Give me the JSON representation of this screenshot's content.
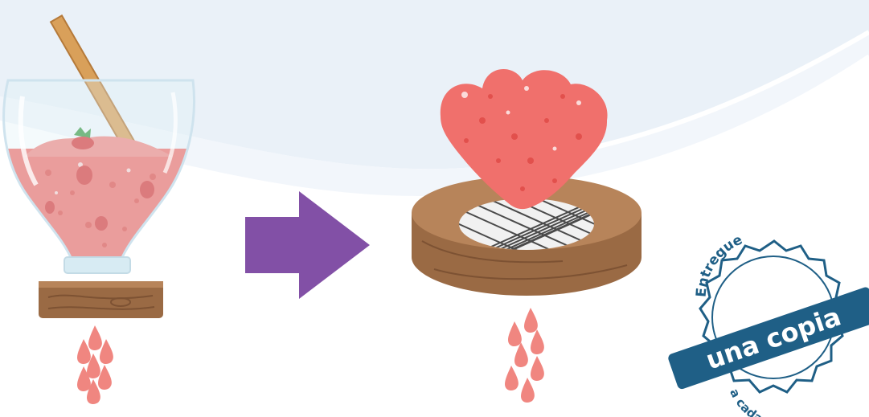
{
  "stamp": {
    "top_text": "Entregue",
    "main_text": "una copia",
    "bottom_text": "a cada familia"
  },
  "colors": {
    "background_swoosh": "#eaf1f8",
    "strawberry_pulp": "#f0706c",
    "arrow": "#8250a6",
    "wood": "#9a6a44",
    "stamp_blue": "#1f5f86",
    "drops": "#f08680"
  },
  "icons": [
    "blender-icon",
    "arrow-right-icon",
    "sieve-icon",
    "drops-icon",
    "stamp-badge"
  ]
}
